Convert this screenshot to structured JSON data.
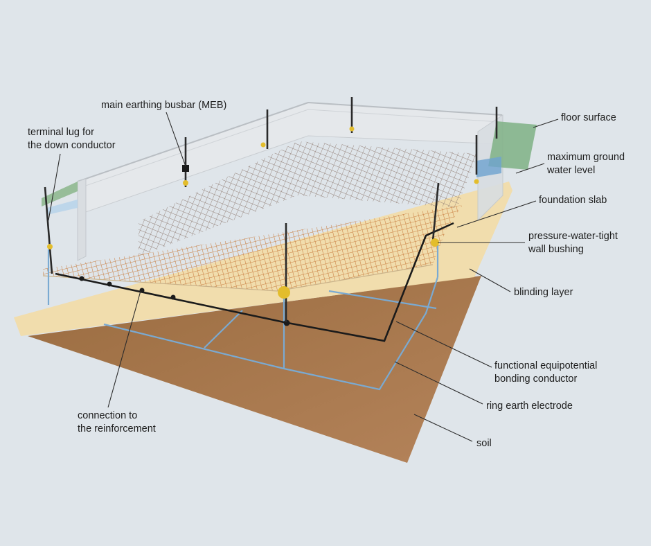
{
  "colors": {
    "background": "#dfe5ea",
    "soil": "#a9784a",
    "blinding_layer": "#f1dcaa",
    "reinforcement_mesh": "#c77a3c",
    "ring_earth_electrode": "#7aaad2",
    "bonding_conductor": "#1b1b1b",
    "wall_bushing": "#e3bd2c",
    "floor_surface": "#8fb890"
  },
  "labels": {
    "terminal_lug": [
      "terminal lug for",
      "the down conductor"
    ],
    "meb": [
      "main earthing busbar (MEB)"
    ],
    "floor_surface": [
      "floor surface"
    ],
    "max_ground_water": [
      "maximum ground",
      "water level"
    ],
    "foundation_slab": [
      "foundation slab"
    ],
    "wall_bushing": [
      "pressure-water-tight",
      "wall bushing"
    ],
    "blinding_layer": [
      "blinding layer"
    ],
    "bonding_conductor": [
      "functional equipotential",
      "bonding conductor"
    ],
    "ring_earth_electrode": [
      "ring earth electrode"
    ],
    "soil": [
      "soil"
    ],
    "connection_reinforcement": [
      "connection to",
      "the reinforcement"
    ]
  }
}
